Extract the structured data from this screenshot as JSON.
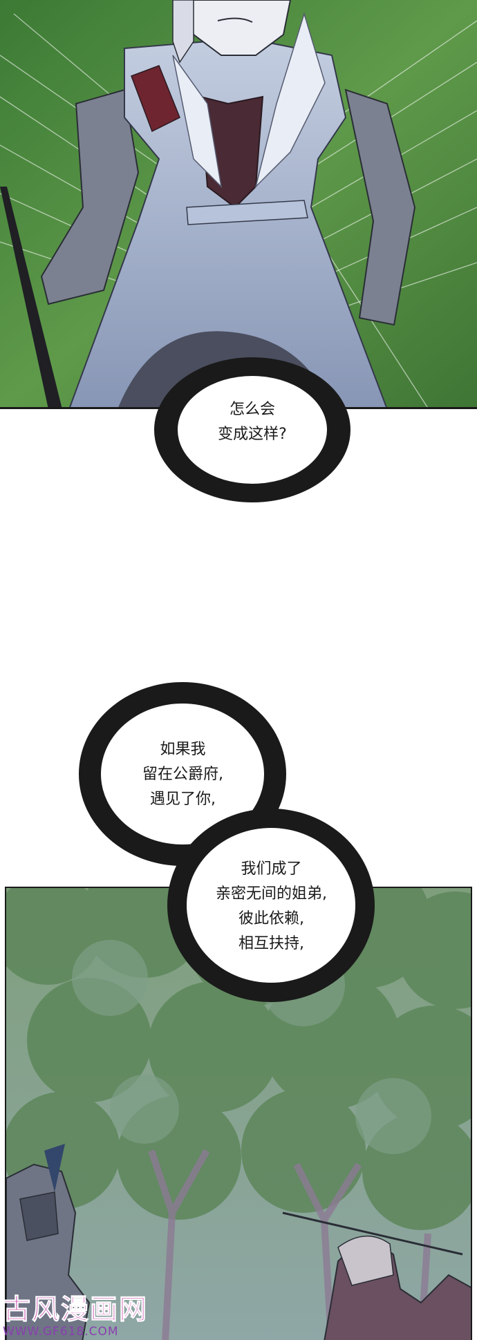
{
  "bubbles": [
    {
      "lines": [
        "怎么会",
        "变成这样?"
      ]
    },
    {
      "lines": [
        "如果我",
        "留在公爵府,",
        "遇见了你,"
      ]
    },
    {
      "lines": [
        "我们成了",
        "亲密无间的姐弟,",
        "彼此依赖,",
        "相互扶持,"
      ]
    }
  ],
  "watermark": {
    "logo": "古风漫画网",
    "url": "WWW.GF618.COM"
  },
  "colors": {
    "grass": "#4f8a3e",
    "dress": "#a9b8d3",
    "armor": "#7b8190",
    "forest": "#6a8f6d"
  }
}
